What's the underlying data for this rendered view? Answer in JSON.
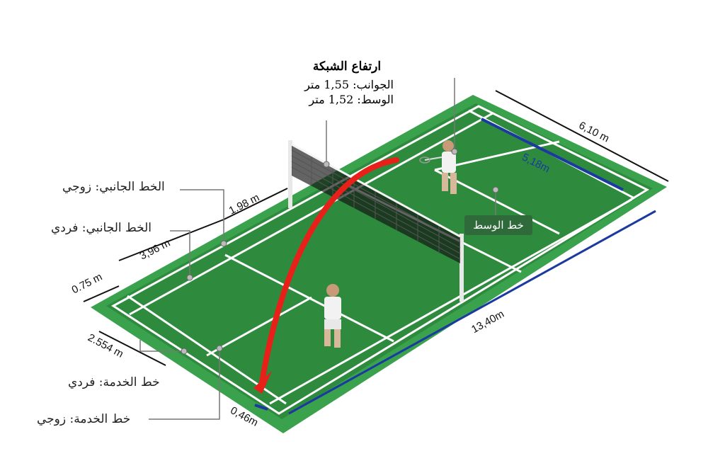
{
  "net_height": {
    "title": "ارتفاع الشبكة",
    "sides": "الجوانب: 1,55 متر",
    "center": "الوسط: 1,52 متر"
  },
  "labels": {
    "doubles_side_line": "الخط الجانبي: زوجي",
    "singles_side_line": "الخط الجانبي: فردي",
    "center_line": "خط الوسط",
    "singles_service_line": "خط الخدمة: فردي",
    "doubles_service_line": "خط الخدمة: زوجي"
  },
  "measurements": {
    "width": "6,10 m",
    "back_dim": "5,18m",
    "length": "13,40m",
    "side_gap": "1.98 m",
    "service_depth": "3,96 m",
    "alley": "0.75 m",
    "service_short": "2.554 m",
    "back_alley": "0,46m"
  },
  "colors": {
    "court_green": "#2e8b3e",
    "court_edge": "#3aa24c",
    "lines": "#ffffff",
    "net": "#222222",
    "shuttle_path": "#e8201a",
    "measure_blue": "#1a3aa0"
  }
}
